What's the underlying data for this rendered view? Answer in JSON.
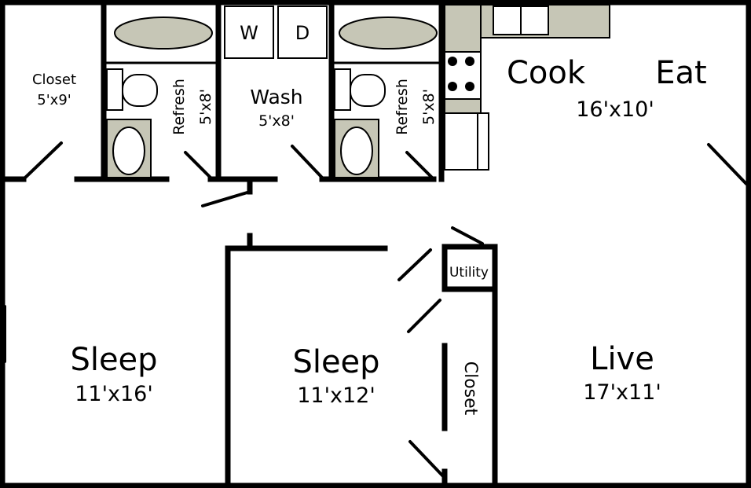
{
  "plan": {
    "rooms": [
      {
        "name": "Closet",
        "size": "5'x9'"
      },
      {
        "name": "Refresh",
        "size": "5'x8'"
      },
      {
        "name": "Wash",
        "size": "5'x8'"
      },
      {
        "name": "Refresh",
        "size": "5'x8'"
      },
      {
        "name": "Cook",
        "name2": "Eat",
        "size": "16'x10'"
      },
      {
        "name": "Utility"
      },
      {
        "name": "Sleep",
        "size": "11'x16'"
      },
      {
        "name": "Sleep",
        "size": "11'x12'"
      },
      {
        "name": "Closet"
      },
      {
        "name": "Live",
        "size": "17'x11'"
      }
    ],
    "appliances": {
      "washer": "W",
      "dryer": "D"
    },
    "colors": {
      "wall": "#000000",
      "fixture_fill": "#c6c6b6",
      "floor": "#ffffff"
    }
  }
}
